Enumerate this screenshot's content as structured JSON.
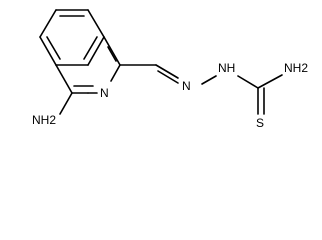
{
  "molecule": {
    "atoms": {
      "amine_nh2": "NH2",
      "ring_n": "N",
      "hydrazone_n": "N",
      "nh": "NH",
      "amide_nh2": "NH2",
      "thione_s": "S"
    }
  }
}
